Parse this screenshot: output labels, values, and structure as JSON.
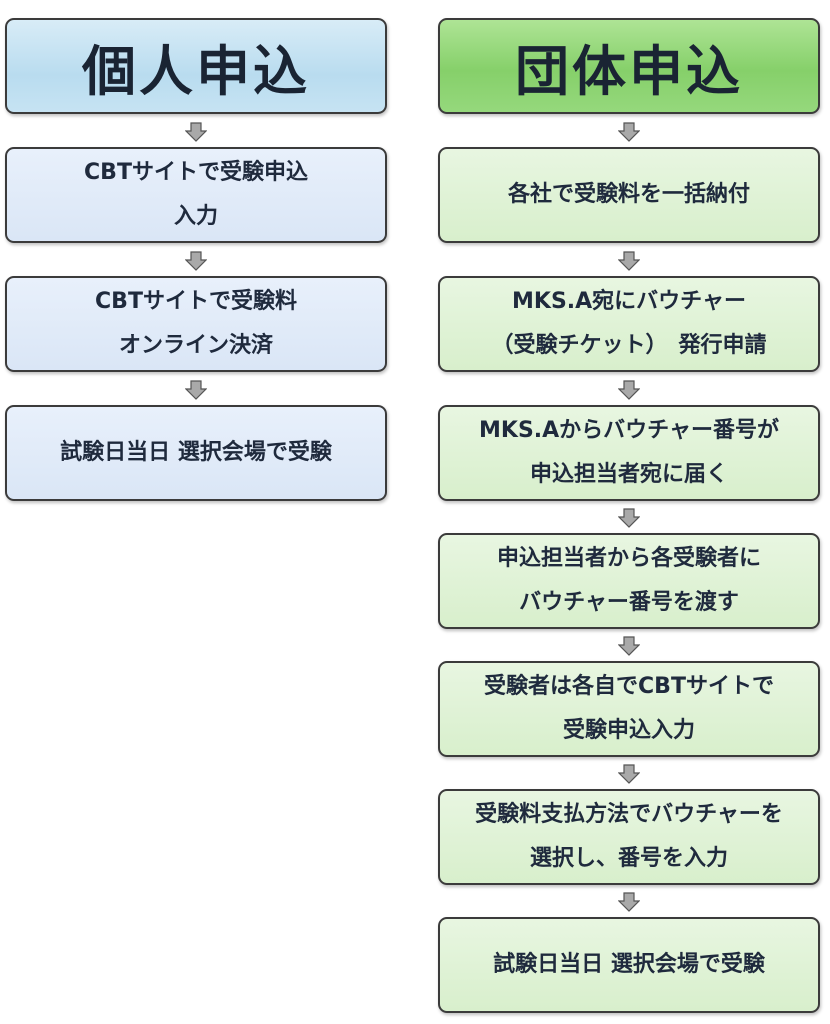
{
  "individual": {
    "header": "個人申込",
    "steps": [
      "CBTサイトで受験申込\n入力",
      "CBTサイトで受験料\nオンライン決済",
      "試験日当日 選択会場で受験"
    ]
  },
  "group": {
    "header": "団体申込",
    "steps": [
      "各社で受験料を一括納付",
      "MKS.A宛にバウチャー\n（受験チケット）　発行申請",
      "MKS.Aからバウチャー番号が\n申込担当者宛に届く",
      "申込担当者から各受験者に\nバウチャー番号を渡す",
      "受験者は各自でCBTサイトで\n受験申込入力",
      "受験料支払方法でバウチャーを\n選択し、番号を入力",
      "試験日当日 選択会場で受験"
    ]
  }
}
